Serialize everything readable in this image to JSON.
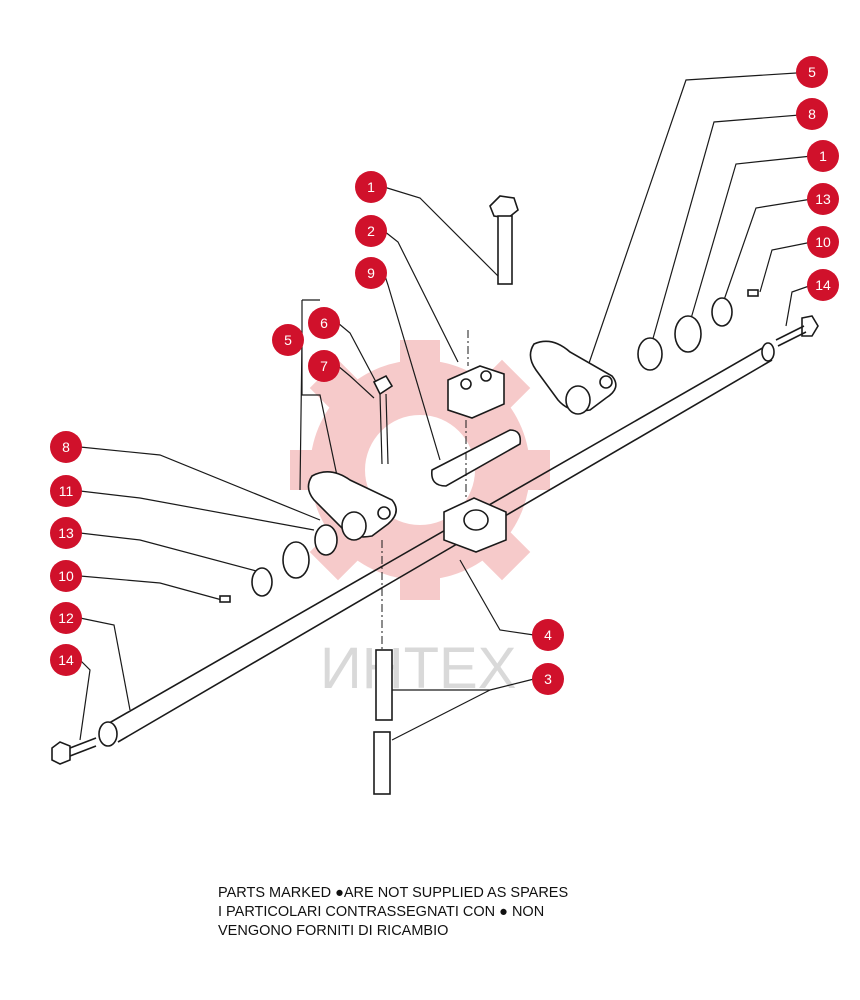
{
  "watermark": {
    "text": "ИНТЕХ",
    "color": "#f2b8b8"
  },
  "callout_color": "#d0112b",
  "callouts": [
    "5",
    "8",
    "1",
    "13",
    "10",
    "14",
    "1",
    "2",
    "9",
    "6",
    "7",
    "5",
    "8",
    "11",
    "13",
    "10",
    "12",
    "14",
    "4",
    "3"
  ],
  "notes": [
    "PARTS MARKED ●ARE NOT SUPPLIED AS SPARES",
    "I  PARTICOLARI  CONTRASSEGNATI  CON  ●  NON",
    "VENGONO FORNITI DI RICAMBIO"
  ]
}
